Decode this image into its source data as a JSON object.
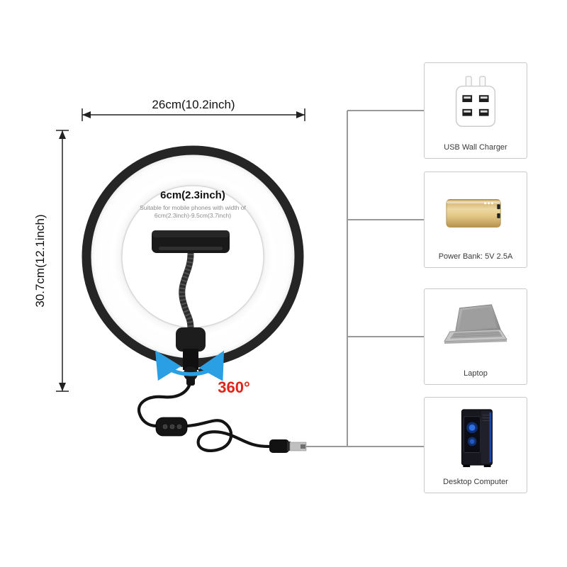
{
  "diagram": {
    "width_label": "26cm(10.2inch)",
    "height_label": "30.7cm(12.1inch)",
    "phone_width_title": "6cm(2.3inch)",
    "phone_width_note_line1": "Suitable for mobile phones with width of",
    "phone_width_note_line2": "6cm(2.3inch)-9.5cm(3.7inch)",
    "rotation_label": "360°",
    "colors": {
      "rotation_red": "#e02417",
      "arrow_blue": "#2b9fe3",
      "connector_gray": "#999999",
      "power_bank_gold": "#e3c684",
      "desktop_glow_blue": "#2f6fe0",
      "ring_rim_black": "#252525"
    }
  },
  "power_options": [
    {
      "label": "USB Wall Charger"
    },
    {
      "label": "Power Bank: 5V 2.5A"
    },
    {
      "label": "Laptop"
    },
    {
      "label": "Desktop Computer"
    }
  ]
}
